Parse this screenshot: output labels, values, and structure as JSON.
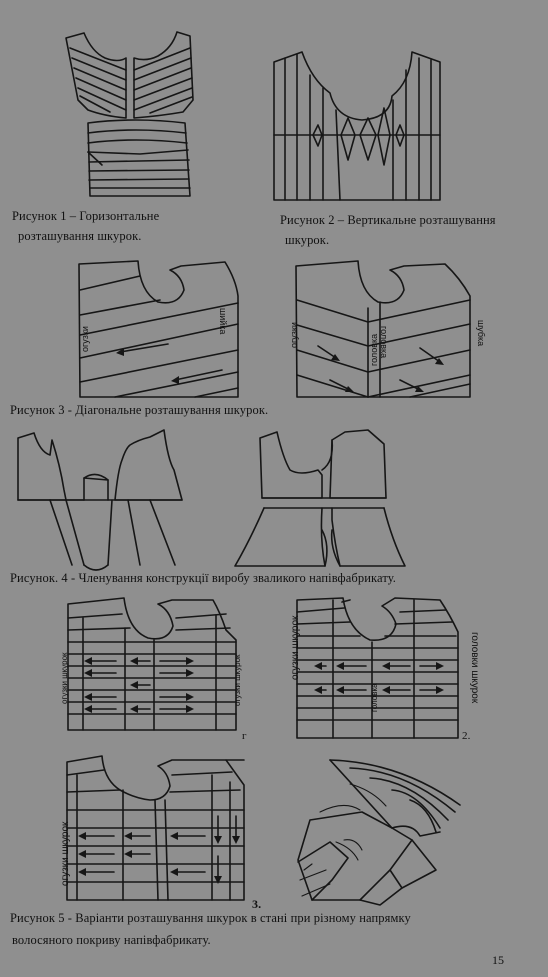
{
  "figures": {
    "fig1_caption_line1": "Рисунок 1 – Горизонтальне",
    "fig1_caption_line2": "розташування  шкурок.",
    "fig2_caption_line1": "Рисунок 2 – Вертикальне  розташування",
    "fig2_caption_line2": "шкурок.",
    "fig3_caption": "Рисунок 3 - Діагональне розташування шкурок.",
    "fig4_caption": "Рисунок. 4 - Членування конструкції виробу зваликого напівфабрикату.",
    "fig5_caption_line1": "Рисунок 5 - Варіанти розташування шкурок в стані при різному напрямку",
    "fig5_caption_line2": "волосяного покриву напівфабрикату."
  },
  "labels": {
    "fig3_left_side": "огузки",
    "fig3_left_neck": "шийка",
    "fig3_right_side": "огузки",
    "fig3_right_center": "головка",
    "fig3_right_center2": "головка",
    "fig3_right_edge": "шубка",
    "fig5a_left": "огузки шкурок",
    "fig5a_right": "огузки шкурок",
    "fig5a_mark": "г",
    "fig5b_left": "огузки шкурок",
    "fig5b_center": "головка",
    "fig5b_right": "головки шкурок",
    "fig5b_mark": "2.",
    "fig5c_left": "огузки шкурок",
    "fig5c_mark": "3."
  },
  "page_number": "15"
}
